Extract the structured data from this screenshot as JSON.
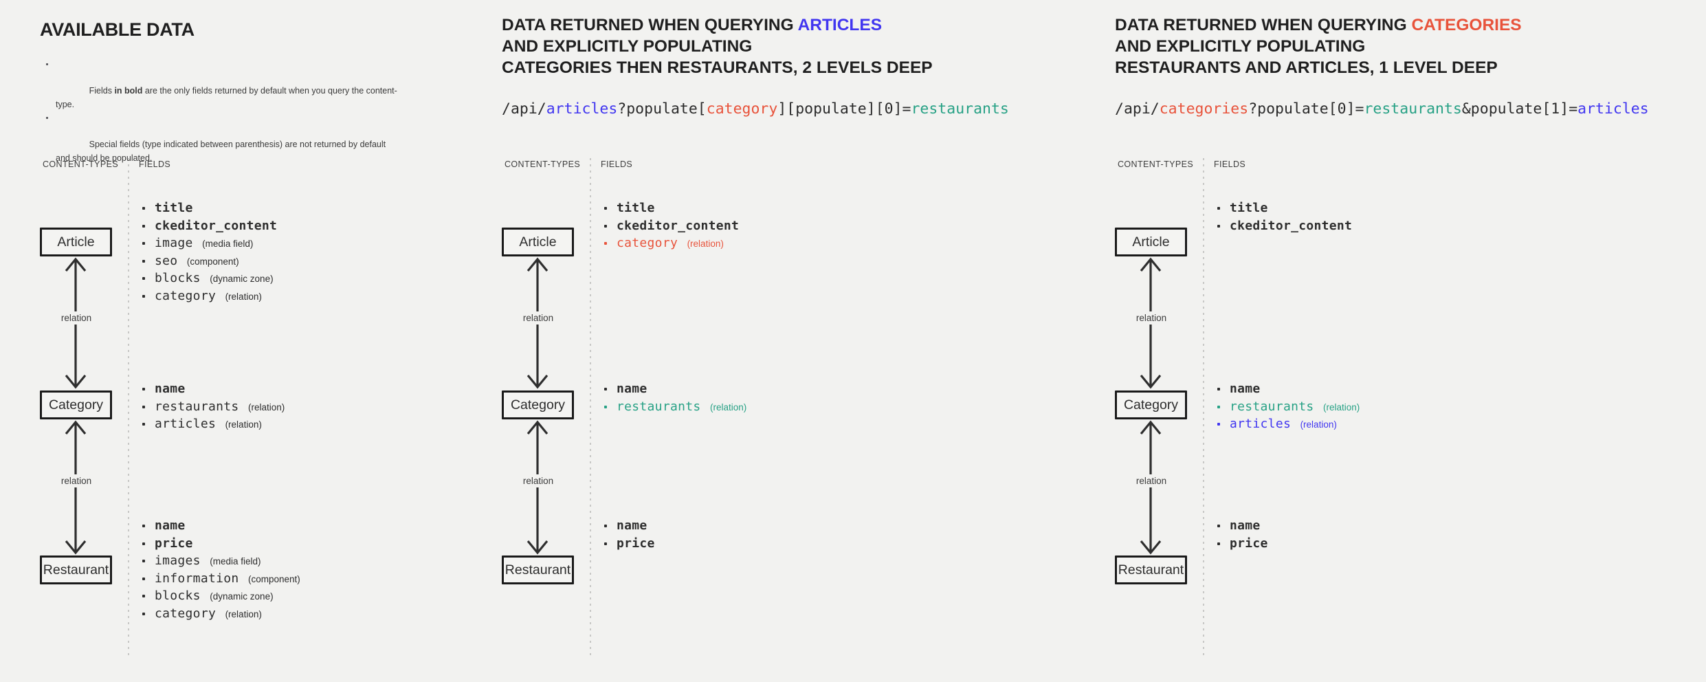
{
  "colors": {
    "bg": "#f2f2f0",
    "dark": "#2b2b2b",
    "blue": "#4136f0",
    "red": "#e8533b",
    "teal": "#27a185",
    "dotted_line": "#c8c8c6"
  },
  "columns": [
    {
      "title": "AVAILABLE DATA",
      "notes": [
        {
          "segments": [
            {
              "t": "Fields ",
              "c": ""
            },
            {
              "t": "in bold",
              "c": "b"
            },
            {
              "t": " are the only fields returned by default when you query the content-type.",
              "c": ""
            }
          ]
        },
        {
          "segments": [
            {
              "t": "Special fields (type indicated between parenthesis) are not returned by default\nand should be populated.",
              "c": ""
            }
          ]
        }
      ],
      "heading_lines": [],
      "url_segments": [],
      "labels": {
        "content_types": "CONTENT-TYPES",
        "fields": "FIELDS"
      },
      "relation_label": "relation",
      "nodes": [
        {
          "label": "Article",
          "c": "",
          "fields": [
            {
              "t": "title",
              "c": "bold"
            },
            {
              "t": "ckeditor_content",
              "c": "bold"
            },
            {
              "t": "image",
              "c": "",
              "type": "(media field)"
            },
            {
              "t": "seo",
              "c": "",
              "type": "(component)"
            },
            {
              "t": "blocks",
              "c": "",
              "type": "(dynamic zone)"
            },
            {
              "t": "category",
              "c": "",
              "type": "(relation)"
            }
          ]
        },
        {
          "label": "Category",
          "c": "",
          "fields": [
            {
              "t": "name",
              "c": "bold"
            },
            {
              "t": "restaurants",
              "c": "",
              "type": "(relation)"
            },
            {
              "t": "articles",
              "c": "",
              "type": "(relation)"
            }
          ]
        },
        {
          "label": "Restaurant",
          "c": "",
          "fields": [
            {
              "t": "name",
              "c": "bold"
            },
            {
              "t": "price",
              "c": "bold"
            },
            {
              "t": "images",
              "c": "",
              "type": "(media field)"
            },
            {
              "t": "information",
              "c": "",
              "type": "(component)"
            },
            {
              "t": "blocks",
              "c": "",
              "type": "(dynamic zone)"
            },
            {
              "t": "category",
              "c": "",
              "type": "(relation)"
            }
          ]
        }
      ]
    },
    {
      "title": "",
      "notes": [],
      "heading_lines": [
        {
          "segments": [
            {
              "t": "DATA RETURNED WHEN QUERYING ",
              "c": ""
            },
            {
              "t": "ARTICLES",
              "c": "c-blue"
            }
          ]
        },
        {
          "segments": [
            {
              "t": "AND EXPLICITLY POPULATING",
              "c": ""
            }
          ]
        },
        {
          "segments": [
            {
              "t": "CATEGORIES THEN RESTAURANTS, 2 LEVELS DEEP",
              "c": ""
            }
          ]
        }
      ],
      "url_segments": [
        {
          "t": "/api/",
          "c": ""
        },
        {
          "t": "articles",
          "c": "c-blue"
        },
        {
          "t": "?populate[",
          "c": ""
        },
        {
          "t": "category",
          "c": "c-red"
        },
        {
          "t": "][populate][0]=",
          "c": ""
        },
        {
          "t": "restaurants",
          "c": "c-teal"
        }
      ],
      "labels": {
        "content_types": "CONTENT-TYPES",
        "fields": "FIELDS"
      },
      "relation_label": "relation",
      "nodes": [
        {
          "label": "Article",
          "c": "c-blue",
          "fields": [
            {
              "t": "title",
              "c": "bold"
            },
            {
              "t": "ckeditor_content",
              "c": "bold"
            },
            {
              "t": "category",
              "c": "c-red",
              "type": "(relation)"
            }
          ]
        },
        {
          "label": "Category",
          "c": "c-red",
          "fields": [
            {
              "t": "name",
              "c": "bold"
            },
            {
              "t": "restaurants",
              "c": "c-teal",
              "type": "(relation)"
            }
          ]
        },
        {
          "label": "Restaurant",
          "c": "c-teal",
          "fields": [
            {
              "t": "name",
              "c": "bold"
            },
            {
              "t": "price",
              "c": "bold"
            }
          ]
        }
      ]
    },
    {
      "title": "",
      "notes": [],
      "heading_lines": [
        {
          "segments": [
            {
              "t": "DATA RETURNED WHEN QUERYING ",
              "c": ""
            },
            {
              "t": "CATEGORIES",
              "c": "c-red"
            }
          ]
        },
        {
          "segments": [
            {
              "t": "AND EXPLICITLY POPULATING",
              "c": ""
            }
          ]
        },
        {
          "segments": [
            {
              "t": "RESTAURANTS AND ARTICLES, 1 LEVEL DEEP",
              "c": ""
            }
          ]
        }
      ],
      "url_segments": [
        {
          "t": "/api/",
          "c": ""
        },
        {
          "t": "categories",
          "c": "c-red"
        },
        {
          "t": "?populate[0]=",
          "c": ""
        },
        {
          "t": "restaurants",
          "c": "c-teal"
        },
        {
          "t": "&populate[1]=",
          "c": ""
        },
        {
          "t": "articles",
          "c": "c-blue"
        }
      ],
      "labels": {
        "content_types": "CONTENT-TYPES",
        "fields": "FIELDS"
      },
      "relation_label": "relation",
      "nodes": [
        {
          "label": "Article",
          "c": "c-blue",
          "fields": [
            {
              "t": "title",
              "c": "bold"
            },
            {
              "t": "ckeditor_content",
              "c": "bold"
            }
          ]
        },
        {
          "label": "Category",
          "c": "c-red",
          "fields": [
            {
              "t": "name",
              "c": "bold"
            },
            {
              "t": "restaurants",
              "c": "c-teal",
              "type": "(relation)"
            },
            {
              "t": "articles",
              "c": "c-blue",
              "type": "(relation)"
            }
          ]
        },
        {
          "label": "Restaurant",
          "c": "c-teal",
          "fields": [
            {
              "t": "name",
              "c": "bold"
            },
            {
              "t": "price",
              "c": "bold"
            }
          ]
        }
      ]
    }
  ]
}
